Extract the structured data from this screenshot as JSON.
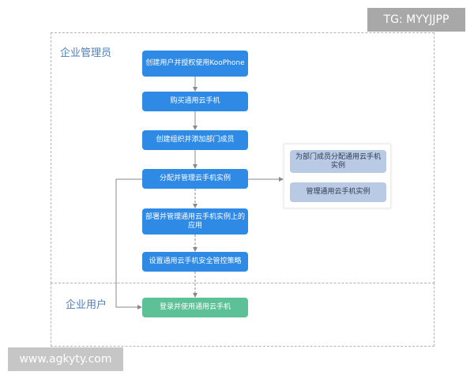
{
  "watermark": {
    "tg": "TG: MYYJJPP",
    "site": "www.agkyty.com"
  },
  "lanes": {
    "admin": {
      "title": "企业管理员"
    },
    "user": {
      "title": "企业用户"
    }
  },
  "steps": [
    {
      "id": "create-user",
      "label": "创建用户并授权使用KooPhone"
    },
    {
      "id": "purchase",
      "label": "购买通用云手机"
    },
    {
      "id": "create-org",
      "label": "创建组织并添加部门成员"
    },
    {
      "id": "allocate-manage",
      "label": "分配并管理云手机实例"
    },
    {
      "id": "deploy-apps",
      "label": "部署并管理通用云手机实例上的应用"
    },
    {
      "id": "security-policy",
      "label": "设置通用云手机安全管控策略"
    },
    {
      "id": "login-use",
      "label": "登录并使用通用云手机"
    }
  ],
  "side_panel": {
    "items": [
      {
        "label": "为部门成员分配通用云手机实例"
      },
      {
        "label": "管理通用云手机实例"
      }
    ]
  },
  "colors": {
    "primary": "#2f8ae6",
    "success": "#5cc196",
    "sub_item": "#b9cbe4",
    "lane_title": "#4f7fb8",
    "connector": "#8a8a8a"
  }
}
